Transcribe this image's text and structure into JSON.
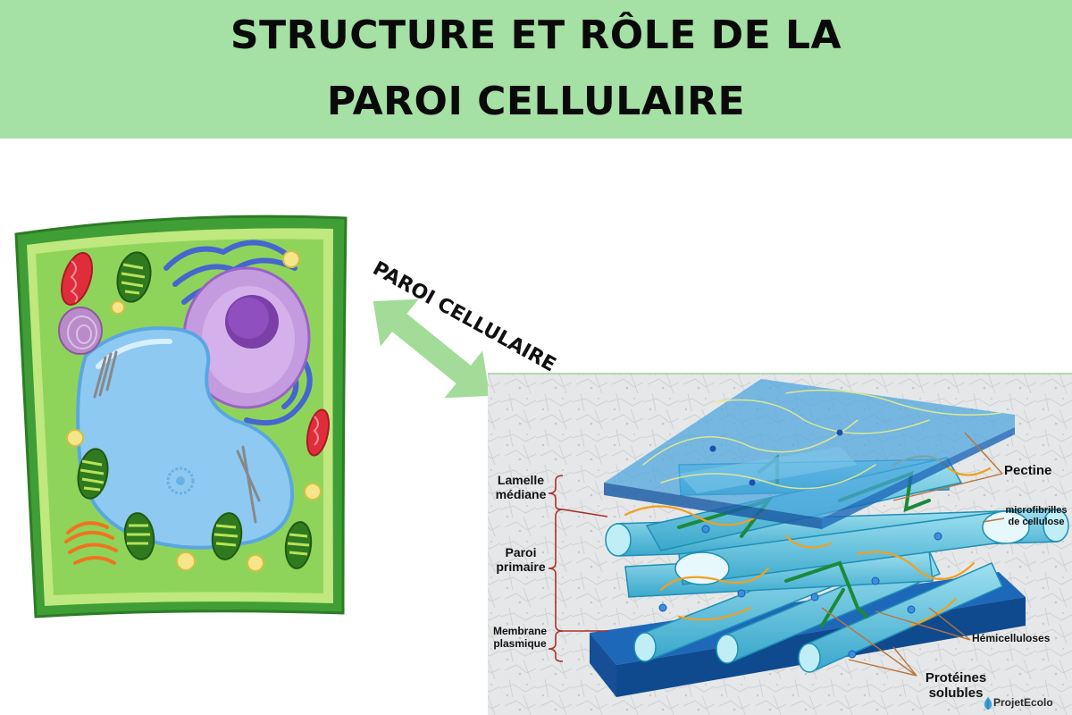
{
  "header": {
    "title_line1": "STRUCTURE ET RÔLE DE LA",
    "title_line2": "PAROI CELLULAIRE"
  },
  "arrow_label": "PAROI CELLULAIRE",
  "wall_diagram": {
    "left_labels": {
      "lamelle_l1": "Lamelle",
      "lamelle_l2": "médiane",
      "paroi_l1": "Paroi",
      "paroi_l2": "primaire",
      "membrane_l1": "Membrane",
      "membrane_l2": "plasmique"
    },
    "right_labels": {
      "pectine": "Pectine",
      "micro_l1": "microfibrilles",
      "micro_l2": "de cellulose",
      "hemi": "Hémicelluloses",
      "prot_l1": "Protéines",
      "prot_l2": "solubles"
    }
  },
  "brand": "ProjetEcolo",
  "colors": {
    "title_band": "#a5e0a5",
    "cell_wall": "#3f9e35",
    "cytoplasm": "#8fd45a",
    "vacuole": "#8ec9f2",
    "nucleus": "#c59be0",
    "arrow": "#a3dc98",
    "plate_top": "#2f8fd0",
    "plate_bottom": "#1d68b8",
    "fibril": "#6cc9e3",
    "pectin": "#f0a020",
    "hemicellulose": "#1a8a3a"
  }
}
